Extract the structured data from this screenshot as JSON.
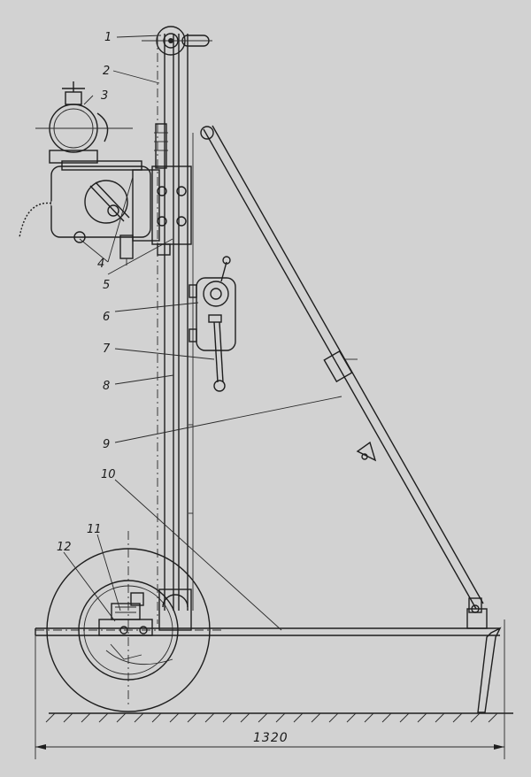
{
  "labels": {
    "l1": "1",
    "l2": "2",
    "l3": "3",
    "l4": "4",
    "l5": "5",
    "l6": "6",
    "l7": "7",
    "l8": "8",
    "l9": "9",
    "l10": "10",
    "l11": "11",
    "l12": "12"
  },
  "dimension": {
    "overall_length": "1320"
  }
}
